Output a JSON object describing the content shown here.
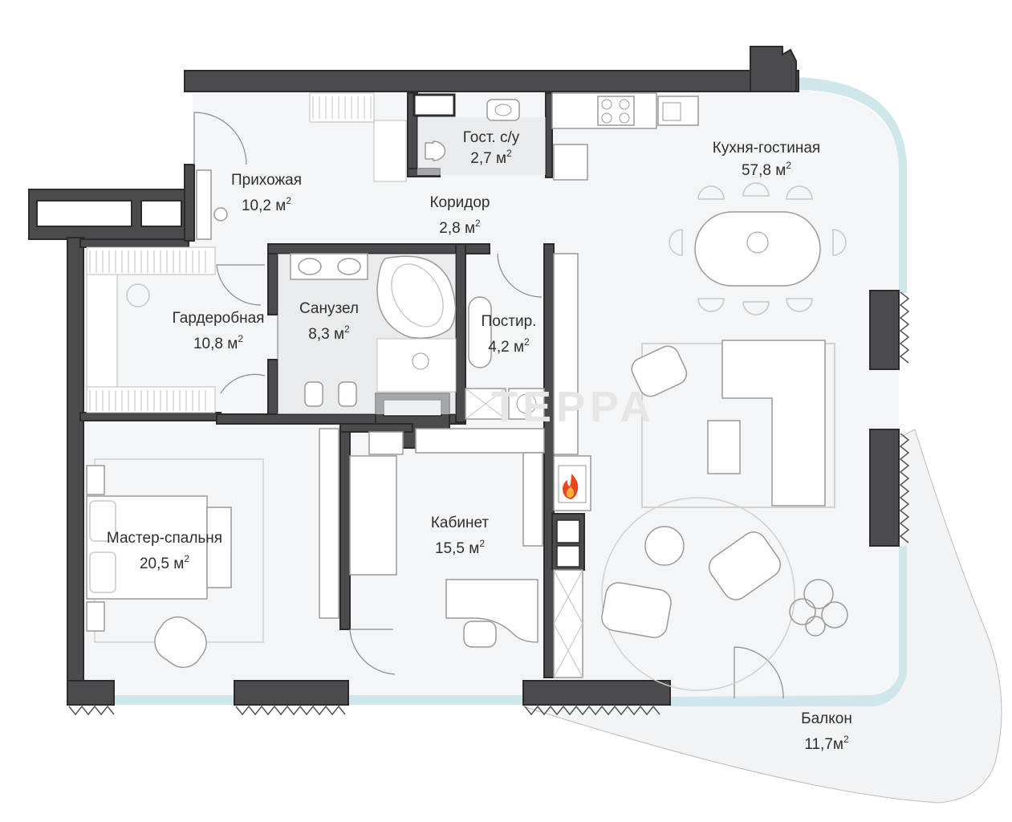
{
  "watermark": "ТЕРРА",
  "area_unit": "м",
  "area_exponent": "2",
  "rooms": [
    {
      "name": "Гост. с/у",
      "area": "2,7"
    },
    {
      "name": "Кухня-гостиная",
      "area": "57,8"
    },
    {
      "name": "Прихожая",
      "area": "10,2"
    },
    {
      "name": "Коридор",
      "area": "2,8"
    },
    {
      "name": "Санузел",
      "area": "8,3"
    },
    {
      "name": "Постир.",
      "area": "4,2"
    },
    {
      "name": "Гардеробная",
      "area": "10,8"
    },
    {
      "name": "Кабинет",
      "area": "15,5"
    },
    {
      "name": "Мастер-спальня",
      "area": "20,5"
    },
    {
      "name": "Балкон",
      "area": "11,7"
    }
  ],
  "colors": {
    "wall": "#4b4b4d",
    "floor": "#f4f5f6",
    "glass": "#cfe6ea",
    "fireplace": "#e8461c"
  },
  "icons": [
    "fireplace-icon",
    "stove-icon",
    "sink-icon",
    "toilet-icon",
    "bathtub-icon",
    "dining-table-icon",
    "sofa-icon",
    "bed-icon",
    "plant-icon"
  ]
}
